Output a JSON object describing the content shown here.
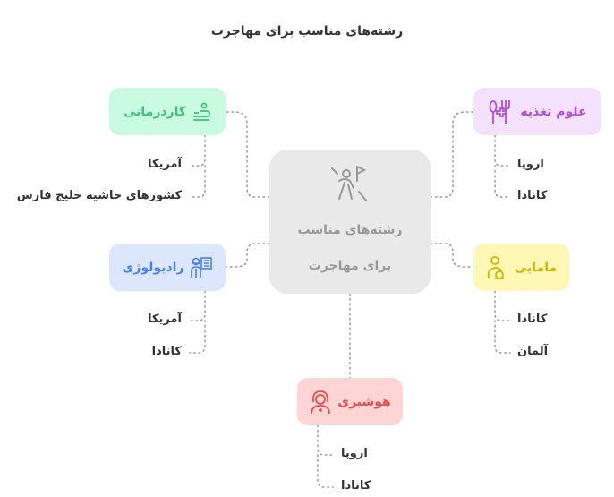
{
  "title": "رشته‌های مناسب برای مهاجرت",
  "center": {
    "line1": "رشته‌های مناسب",
    "line2": "برای مهاجرت",
    "icon": "person-flag-icon",
    "color": "#999999",
    "bg": "#e9e9e9"
  },
  "branches": [
    {
      "label": "کاردرمانی",
      "icon": "massage-icon",
      "color": "#3cc07a",
      "bg": "#c9fbe1",
      "items": [
        "آمریکا",
        "کشورهای حاشیه خلیج فارس"
      ]
    },
    {
      "label": "علوم تغذیه",
      "icon": "nutrition-icon",
      "color": "#b14fe0",
      "bg": "#f4e1fd",
      "items": [
        "اروپا",
        "کانادا"
      ]
    },
    {
      "label": "رادیولوژی",
      "icon": "xray-icon",
      "color": "#4a7ef0",
      "bg": "#dce7fe",
      "items": [
        "آمریکا",
        "کانادا"
      ]
    },
    {
      "label": "مامایی",
      "icon": "mother-child-icon",
      "color": "#d4b400",
      "bg": "#fef7b6",
      "items": [
        "کانادا",
        "آلمان"
      ]
    },
    {
      "label": "هوشبری",
      "icon": "nurse-icon",
      "color": "#e84d4d",
      "bg": "#fed5d5",
      "items": [
        "اروپا",
        "کانادا"
      ]
    }
  ]
}
